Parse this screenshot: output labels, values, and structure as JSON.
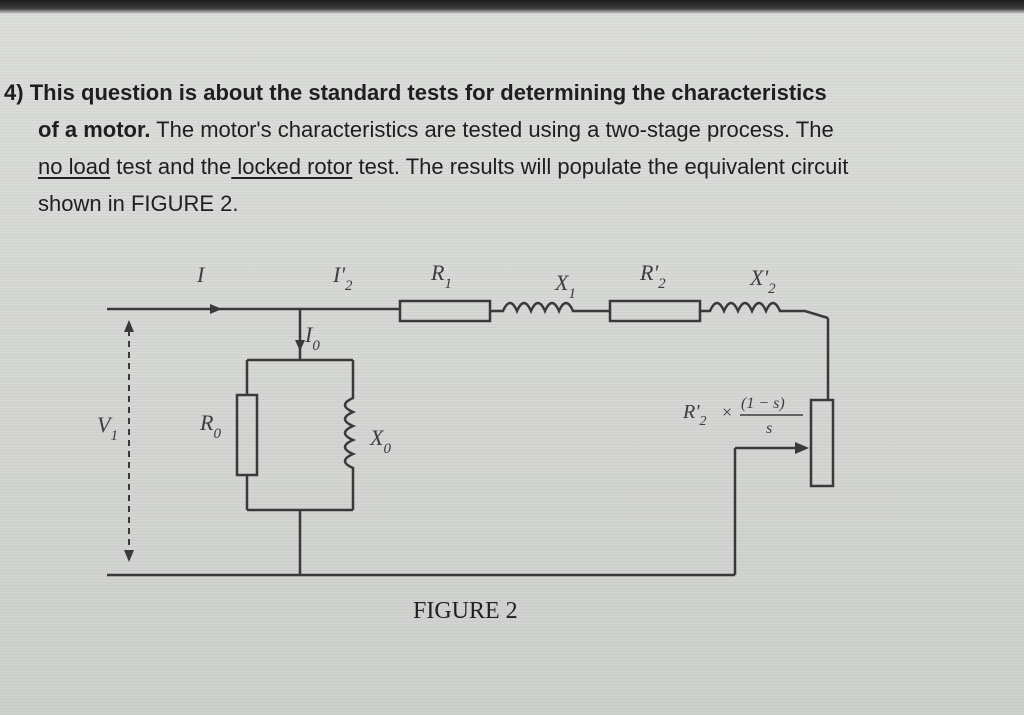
{
  "question": {
    "line1": {
      "number": "4)",
      "bold_text": "This question is about the standard tests for determining the characteristics"
    },
    "line2": {
      "bold_text": "of a motor.",
      "text": " The motor's characteristics are tested using a two-stage process. The"
    },
    "line3": {
      "underline1": "no load",
      "mid": " test and the",
      "underline2": " locked rotor",
      "rest": " test. The results will populate the equivalent circuit"
    },
    "line4": {
      "text": "shown in FIGURE 2."
    }
  },
  "figure": {
    "caption": "FIGURE 2",
    "labels": {
      "I": "I",
      "I2_main": "I'",
      "I2_sub": "2",
      "I0_main": "I",
      "I0_sub": "0",
      "R1_main": "R",
      "R1_sub": "1",
      "X1_main": "X",
      "X1_sub": "1",
      "R2_main": "R'",
      "R2_sub": "2",
      "X2_main": "X'",
      "X2_sub": "2",
      "V1_main": "V",
      "V1_sub": "1",
      "R0_main": "R",
      "R0_sub": "0",
      "X0_main": "X",
      "X0_sub": "0",
      "load_main": "R'",
      "load_sub": "2",
      "load_times": "×",
      "load_numerator": "(1 − s)",
      "load_denominator": "s"
    }
  }
}
